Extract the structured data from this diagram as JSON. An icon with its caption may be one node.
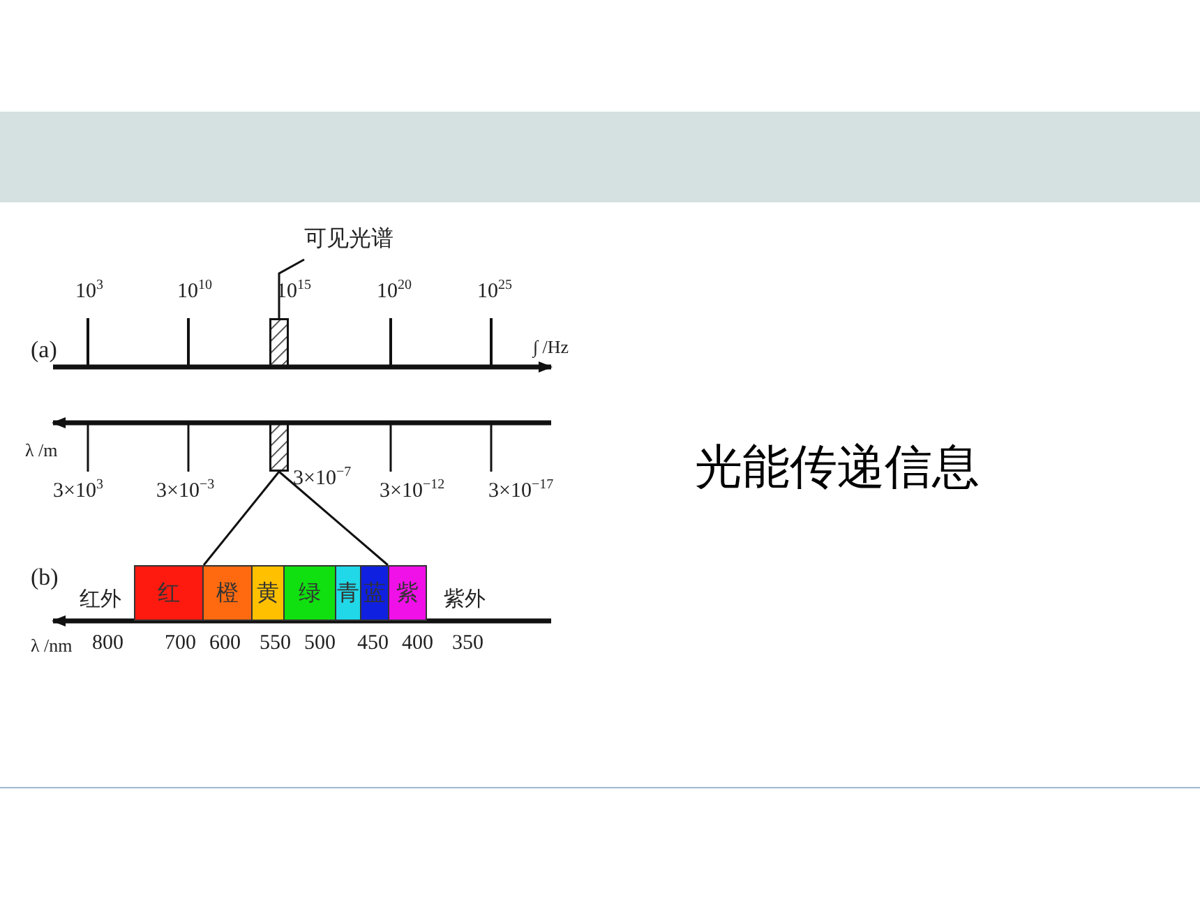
{
  "diagram": {
    "nodes": [
      {
        "text": [
          "可见光谱"
        ]
      },
      {
        "text": [],
        "shape": "box"
      },
      {
        "text": [],
        "shape": "box"
      },
      {
        "text": [
          "红"
        ]
      },
      {
        "text": [
          "橙"
        ]
      },
      {
        "text": [
          "黄"
        ]
      },
      {
        "text": [
          "绿"
        ]
      },
      {
        "text": [
          "青"
        ]
      },
      {
        "text": [
          "蓝"
        ]
      },
      {
        "text": [
          "紫"
        ]
      }
    ],
    "edges": [
      {
        "from": 0,
        "to": 1,
        "arrow": "none"
      },
      {
        "from": 2,
        "to": 3,
        "arrow": "none"
      },
      {
        "from": 2,
        "to": 9,
        "arrow": "none"
      }
    ],
    "labels": [
      "(a)",
      "10$^{3}$",
      "10$^{10}$",
      "10$^{15}$",
      "10$^{20}$",
      "10$^{25}$",
      "∫ /Hz",
      "λ /m",
      "3×10$^{3}$",
      "3×10$^{−3}$",
      "3×10$^{−7}$",
      "3×10$^{−12}$",
      "3×10$^{−17}$",
      "光能传递信息",
      "(b)",
      "红外",
      "紫外",
      "λ /nm",
      "800",
      "700",
      "600",
      "550",
      "500",
      "450",
      "400",
      "350"
    ]
  }
}
